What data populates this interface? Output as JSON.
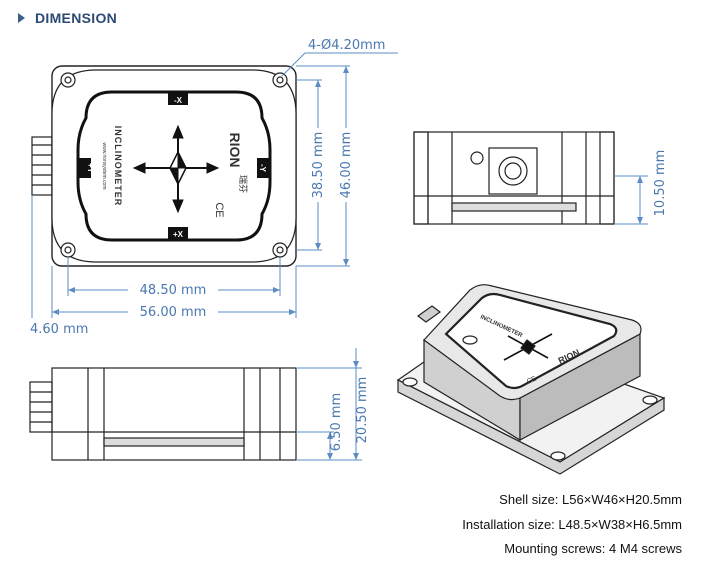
{
  "header": {
    "title": "DIMENSION"
  },
  "dimensions": {
    "holes": "4-Ø4.20mm",
    "inner_width": "48.50 mm",
    "outer_width": "56.00 mm",
    "flange": "4.60 mm",
    "inner_height": "38.50 mm",
    "outer_height": "46.00 mm",
    "side_height": "10.50 mm",
    "base_height": "6.50 mm",
    "total_height": "20.50 mm"
  },
  "device": {
    "name": "INCLINOMETER",
    "website": "www.rionsystem.com",
    "brand": "RION",
    "brand_cn": "瑞芬",
    "ce": "CE",
    "axes": {
      "plus_x": "+X",
      "minus_x": "-X",
      "plus_y": "+Y",
      "minus_y": "-Y"
    }
  },
  "specs": [
    {
      "label": "Shell size:",
      "value": "L56×W46×H20.5mm"
    },
    {
      "label": "Installation size:",
      "value": "L48.5×W38×H6.5mm"
    },
    {
      "label": "Mounting screws:",
      "value": "4 M4 screws"
    }
  ],
  "colors": {
    "dim_line": "#5b8cc4",
    "outline": "#222222",
    "title": "#2c4a75"
  }
}
